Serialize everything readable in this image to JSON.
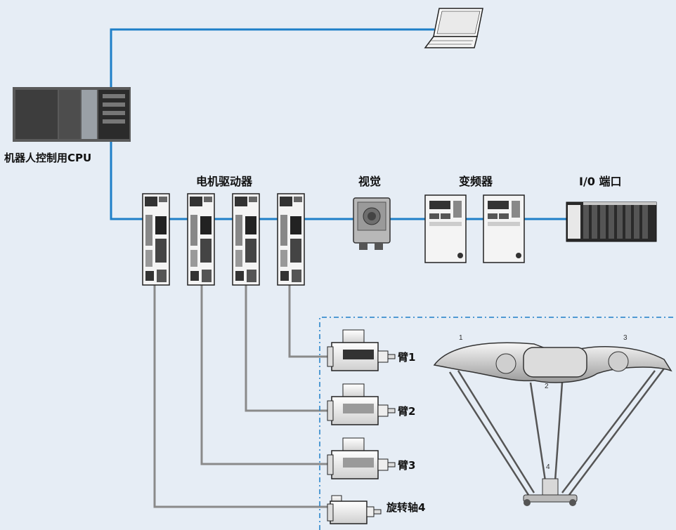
{
  "labels": {
    "cpu": "机器人控制用CPU",
    "motor_drivers": "电机驱动器",
    "vision": "视觉",
    "inverters": "变频器",
    "io_port": "I/0 端口",
    "arm1": "臂1",
    "arm2": "臂2",
    "arm3": "臂3",
    "rotation_axis": "旋转轴4"
  },
  "robot_numbers": {
    "n1": "1",
    "n2": "2",
    "n3": "3",
    "n4": "4"
  },
  "colors": {
    "network_line": "#1e7fc8",
    "motor_cable": "#8a8a8a",
    "background": "#e6edf5",
    "dashed_border": "#1e7fc8"
  },
  "icons": {
    "laptop": "laptop-icon",
    "cpu": "controller-cpu-icon",
    "driver": "servo-driver-icon",
    "camera": "vision-camera-icon",
    "inverter": "inverter-icon",
    "io": "io-module-icon",
    "motor": "servo-motor-icon",
    "robot": "delta-robot-icon"
  }
}
